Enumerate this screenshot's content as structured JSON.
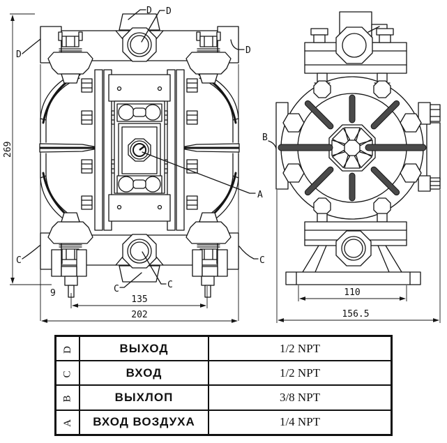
{
  "drawing": {
    "front_view": {
      "dims": {
        "overall_height": "269",
        "foot_bolt_offset": "9",
        "foot_bolt_span": "135",
        "overall_width": "202"
      },
      "callouts": {
        "d": "D",
        "c": "C",
        "a": "A"
      }
    },
    "side_view": {
      "dims": {
        "base_span": "110",
        "overall_depth": "156.5"
      },
      "callouts": {
        "b": "B"
      }
    }
  },
  "ports_table": {
    "rows": [
      {
        "key": "D",
        "name": "ВЫХОД",
        "size": "1/2 NPT"
      },
      {
        "key": "C",
        "name": "ВХОД",
        "size": "1/2 NPT"
      },
      {
        "key": "B",
        "name": "ВЫХЛОП",
        "size": "3/8 NPT"
      },
      {
        "key": "A",
        "name": "ВХОД ВОЗДУХА",
        "size": "1/4 NPT"
      }
    ]
  },
  "colors": {
    "line": "#151515",
    "background": "#ffffff",
    "slot_fill": "#4a4a4a"
  }
}
